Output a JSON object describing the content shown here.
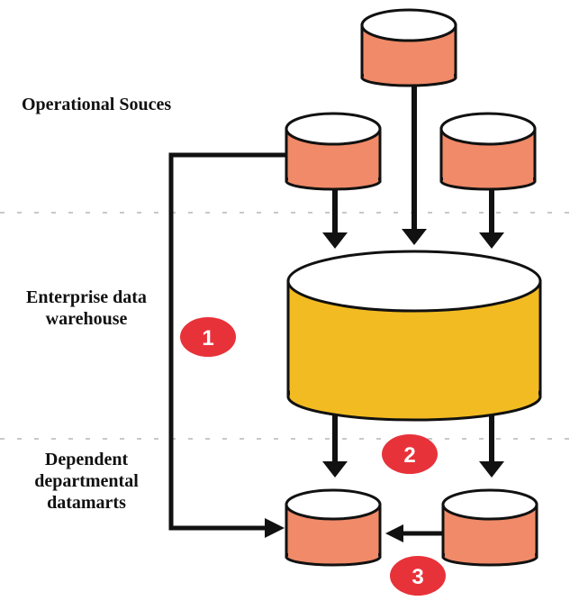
{
  "labels": {
    "operational_sources": "Operational Souces",
    "edw_line1": "Enterprise data",
    "edw_line2": "warehouse",
    "datamarts_line1": "Dependent",
    "datamarts_line2": "departmental",
    "datamarts_line3": "datamarts"
  },
  "badges": {
    "one": "1",
    "two": "2",
    "three": "3"
  },
  "colors": {
    "source_cylinder": "#f08a68",
    "warehouse_cylinder": "#f2bb22",
    "badge": "#e8323a",
    "arrow": "#111111",
    "separator": "#c8c8c8"
  }
}
